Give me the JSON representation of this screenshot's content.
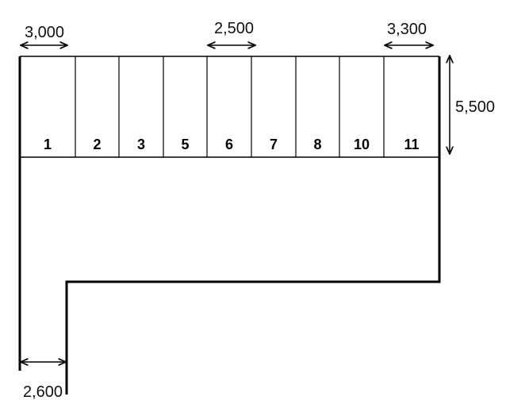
{
  "stalls": [
    {
      "label": "1"
    },
    {
      "label": "2"
    },
    {
      "label": "3"
    },
    {
      "label": "5"
    },
    {
      "label": "6"
    },
    {
      "label": "7"
    },
    {
      "label": "8"
    },
    {
      "label": "10"
    },
    {
      "label": "11"
    }
  ],
  "dimensions": {
    "stall_1_width": "3,000",
    "stall_standard_width": "2,500",
    "stall_11_width": "3,300",
    "stall_depth": "5,500",
    "entrance_width": "2,600"
  }
}
